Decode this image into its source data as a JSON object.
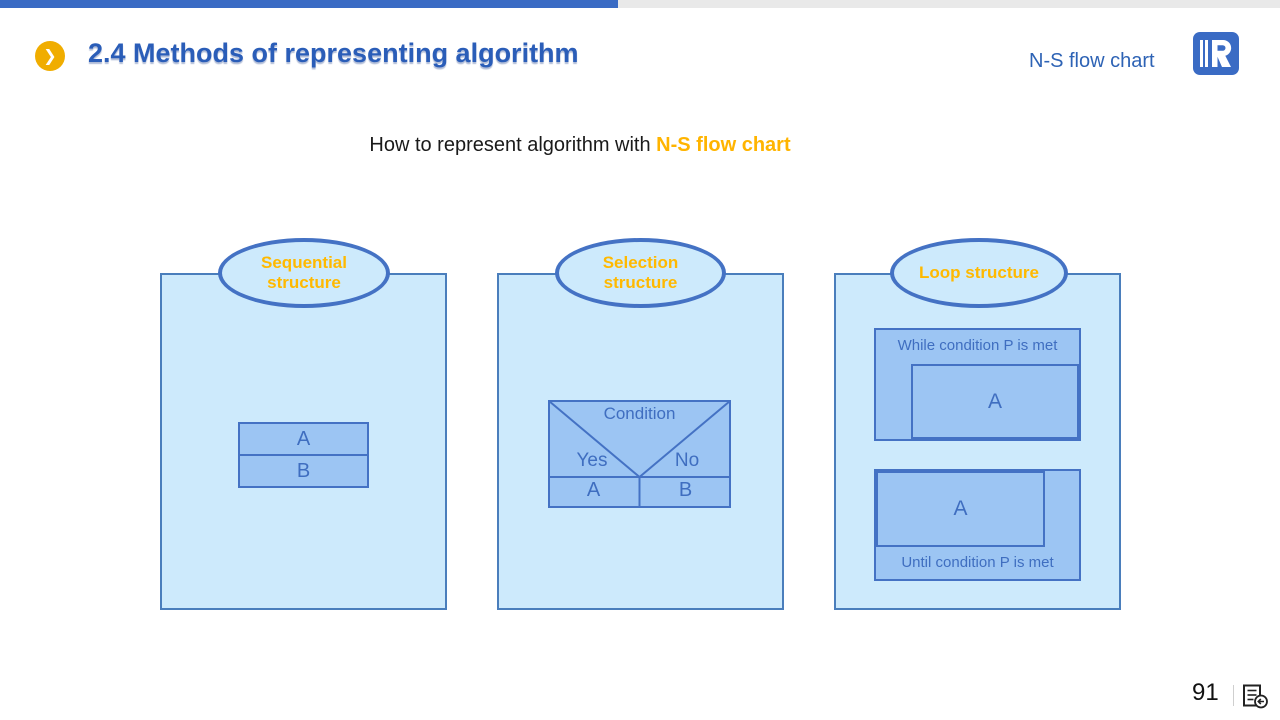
{
  "header": {
    "title": "2.4 Methods of representing algorithm",
    "corner_label": "N-S flow chart"
  },
  "icons": {
    "chevron": "❯"
  },
  "subtitle": {
    "prefix": "How to represent algorithm with ",
    "highlight": "N-S flow chart"
  },
  "panels": {
    "sequential": {
      "title": "Sequential structure",
      "rows": [
        "A",
        "B"
      ]
    },
    "selection": {
      "title": "Selection structure",
      "condition": "Condition",
      "yes": "Yes",
      "no": "No",
      "branch_a": "A",
      "branch_b": "B"
    },
    "loop": {
      "title": "Loop structure",
      "while_label": "While condition P is met",
      "while_body": "A",
      "until_body": "A",
      "until_label": "Until condition P is met"
    }
  },
  "footer": {
    "page_number": "91"
  },
  "colors": {
    "topbar_blue": "#3a6bc4",
    "topbar_gray": "#e9e9e9",
    "title_blue": "#2a5db8",
    "accent_orange": "#ffb400",
    "panel_fill": "#cdeafc",
    "panel_border": "#4a7ebc",
    "shape_fill": "#9cc5f3",
    "shape_border": "#4472c4",
    "shape_text": "#3f6ec0"
  }
}
